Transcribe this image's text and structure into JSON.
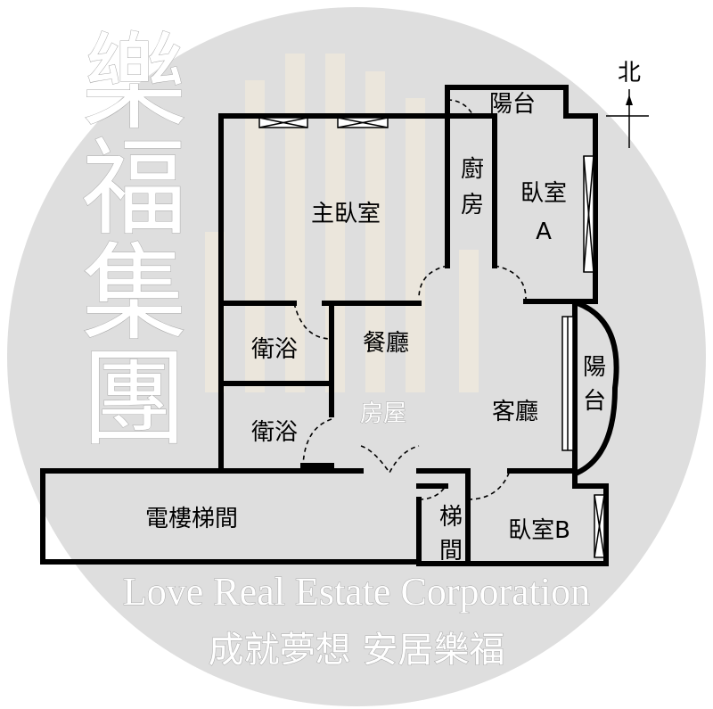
{
  "compass": {
    "north": "北"
  },
  "rooms": {
    "master_bedroom": "主臥室",
    "kitchen": [
      "廚",
      "房"
    ],
    "balcony_top": "陽台",
    "bedroom_a": [
      "臥室",
      "A"
    ],
    "bath_1": "衛浴",
    "bath_2": "衛浴",
    "dining": "餐廳",
    "living": "客廳",
    "balcony_right": [
      "陽",
      "台"
    ],
    "elevator_hall": "電樓梯間",
    "stair": [
      "梯",
      "間"
    ],
    "bedroom_b": "臥室B"
  },
  "watermark": {
    "brand": "樂福集團",
    "small_brand": "房屋",
    "english": "Love Real Estate Corporation",
    "slogan": "成就夢想 安居樂福"
  },
  "colors": {
    "wall": "#000000",
    "background_circle": "#dedede",
    "watermark": "#ffffff"
  }
}
